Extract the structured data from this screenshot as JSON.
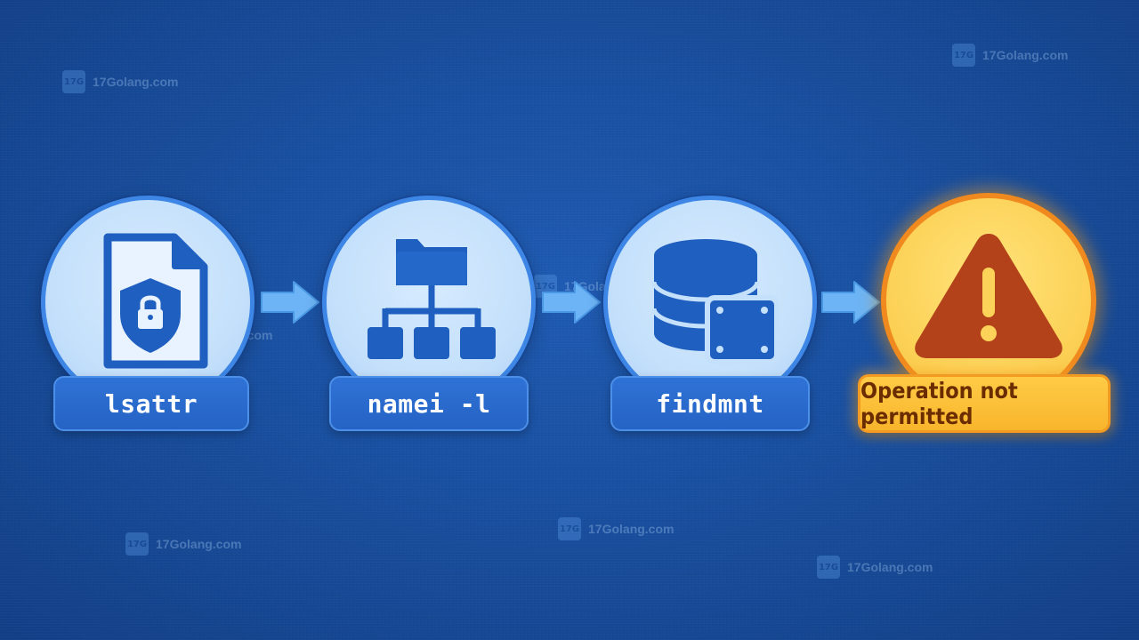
{
  "steps": [
    {
      "label": "lsattr",
      "icon": "file-shield-lock-icon"
    },
    {
      "label": "namei -l",
      "icon": "folder-tree-icon"
    },
    {
      "label": "findmnt",
      "icon": "database-disk-icon"
    },
    {
      "label": "Operation not permitted",
      "icon": "warning-triangle-icon"
    }
  ],
  "watermark": {
    "text": "17Golang.com",
    "badge": "17G"
  },
  "colors": {
    "background": "#1a52a5",
    "circle_fill": "#c4e0fb",
    "circle_border": "#3d86e6",
    "icon_blue": "#1f5fc0",
    "arrow": "#6cb4f5",
    "warn_fill": "#fcd258",
    "warn_border": "#f08a1e",
    "warn_icon": "#b3421a",
    "warn_text": "#6b2d00"
  }
}
